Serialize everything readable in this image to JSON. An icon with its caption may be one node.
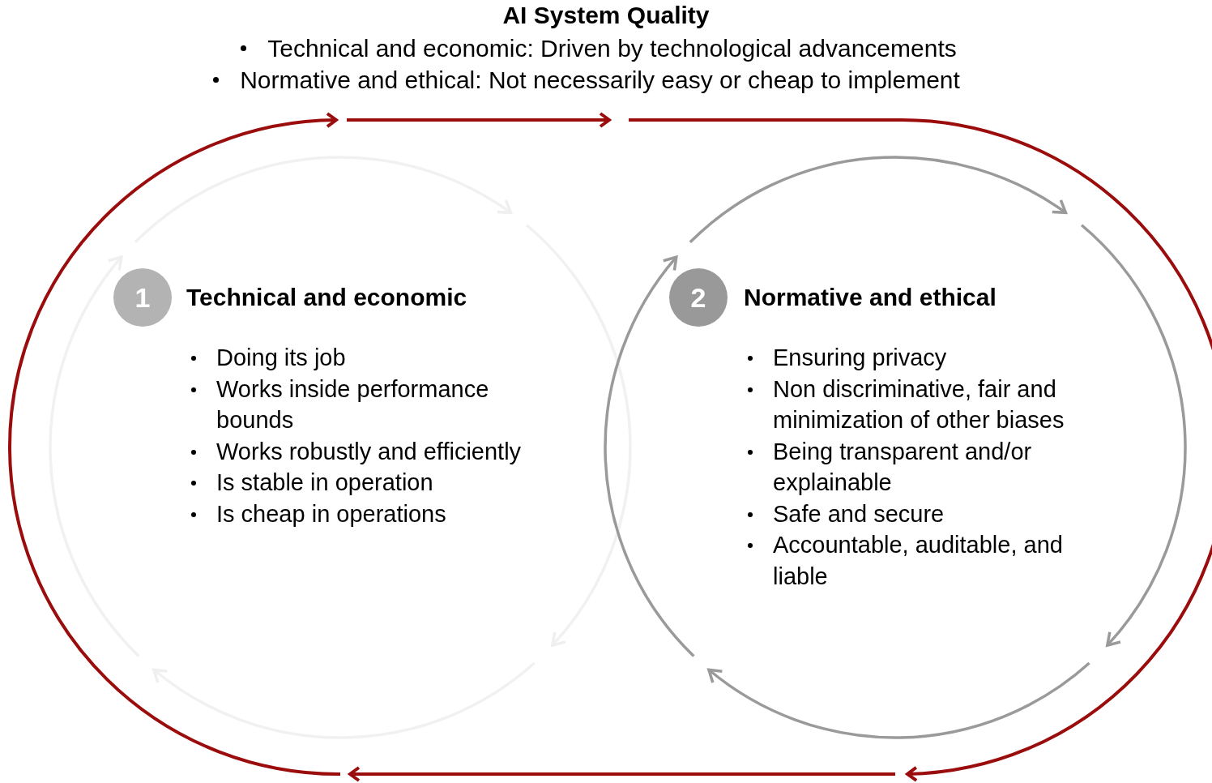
{
  "diagram": {
    "title": "AI System Quality",
    "nodes": [
      {
        "text": [
          "Technical and economic",
          "Doing its job",
          "Works inside performance bounds",
          "Works robustly and efficiently",
          "Is stable in operation",
          "Is cheap in operations"
        ]
      },
      {
        "text": [
          "1"
        ]
      },
      {
        "text": [
          "Normative and ethical",
          "Ensuring privacy",
          "Non discriminative, fair and minimization of other biases",
          "Being transparent and/or explainable",
          "Safe and secure",
          "Accountable, auditable, and liable"
        ]
      },
      {
        "text": [
          "2"
        ]
      }
    ],
    "labels": [
      "Technical and economic: Driven by technological advancements",
      "Normative and ethical: Not necessarily easy or cheap to implement"
    ]
  }
}
